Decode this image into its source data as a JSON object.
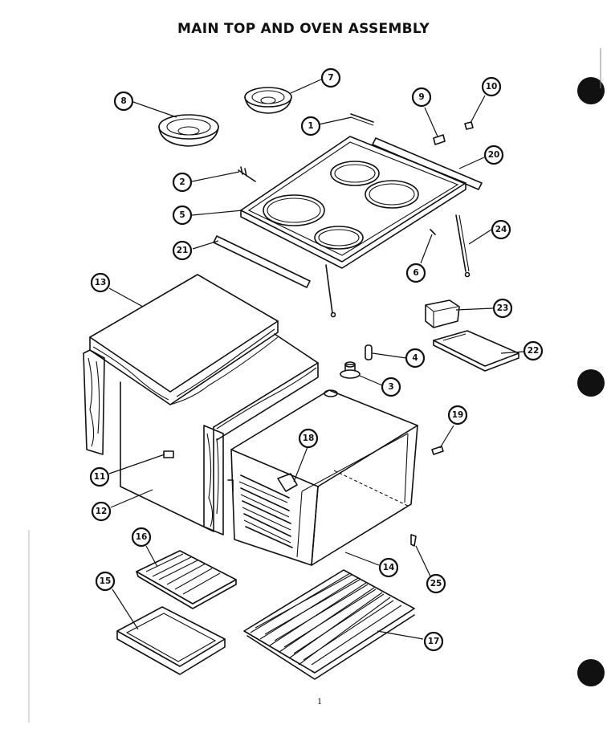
{
  "title": "MAIN TOP AND OVEN ASSEMBLY",
  "page_number": "1",
  "callouts": [
    "1",
    "2",
    "3",
    "4",
    "5",
    "6",
    "7",
    "8",
    "9",
    "10",
    "11",
    "12",
    "13",
    "14",
    "15",
    "16",
    "17",
    "18",
    "19",
    "20",
    "21",
    "22",
    "23",
    "24",
    "25"
  ]
}
